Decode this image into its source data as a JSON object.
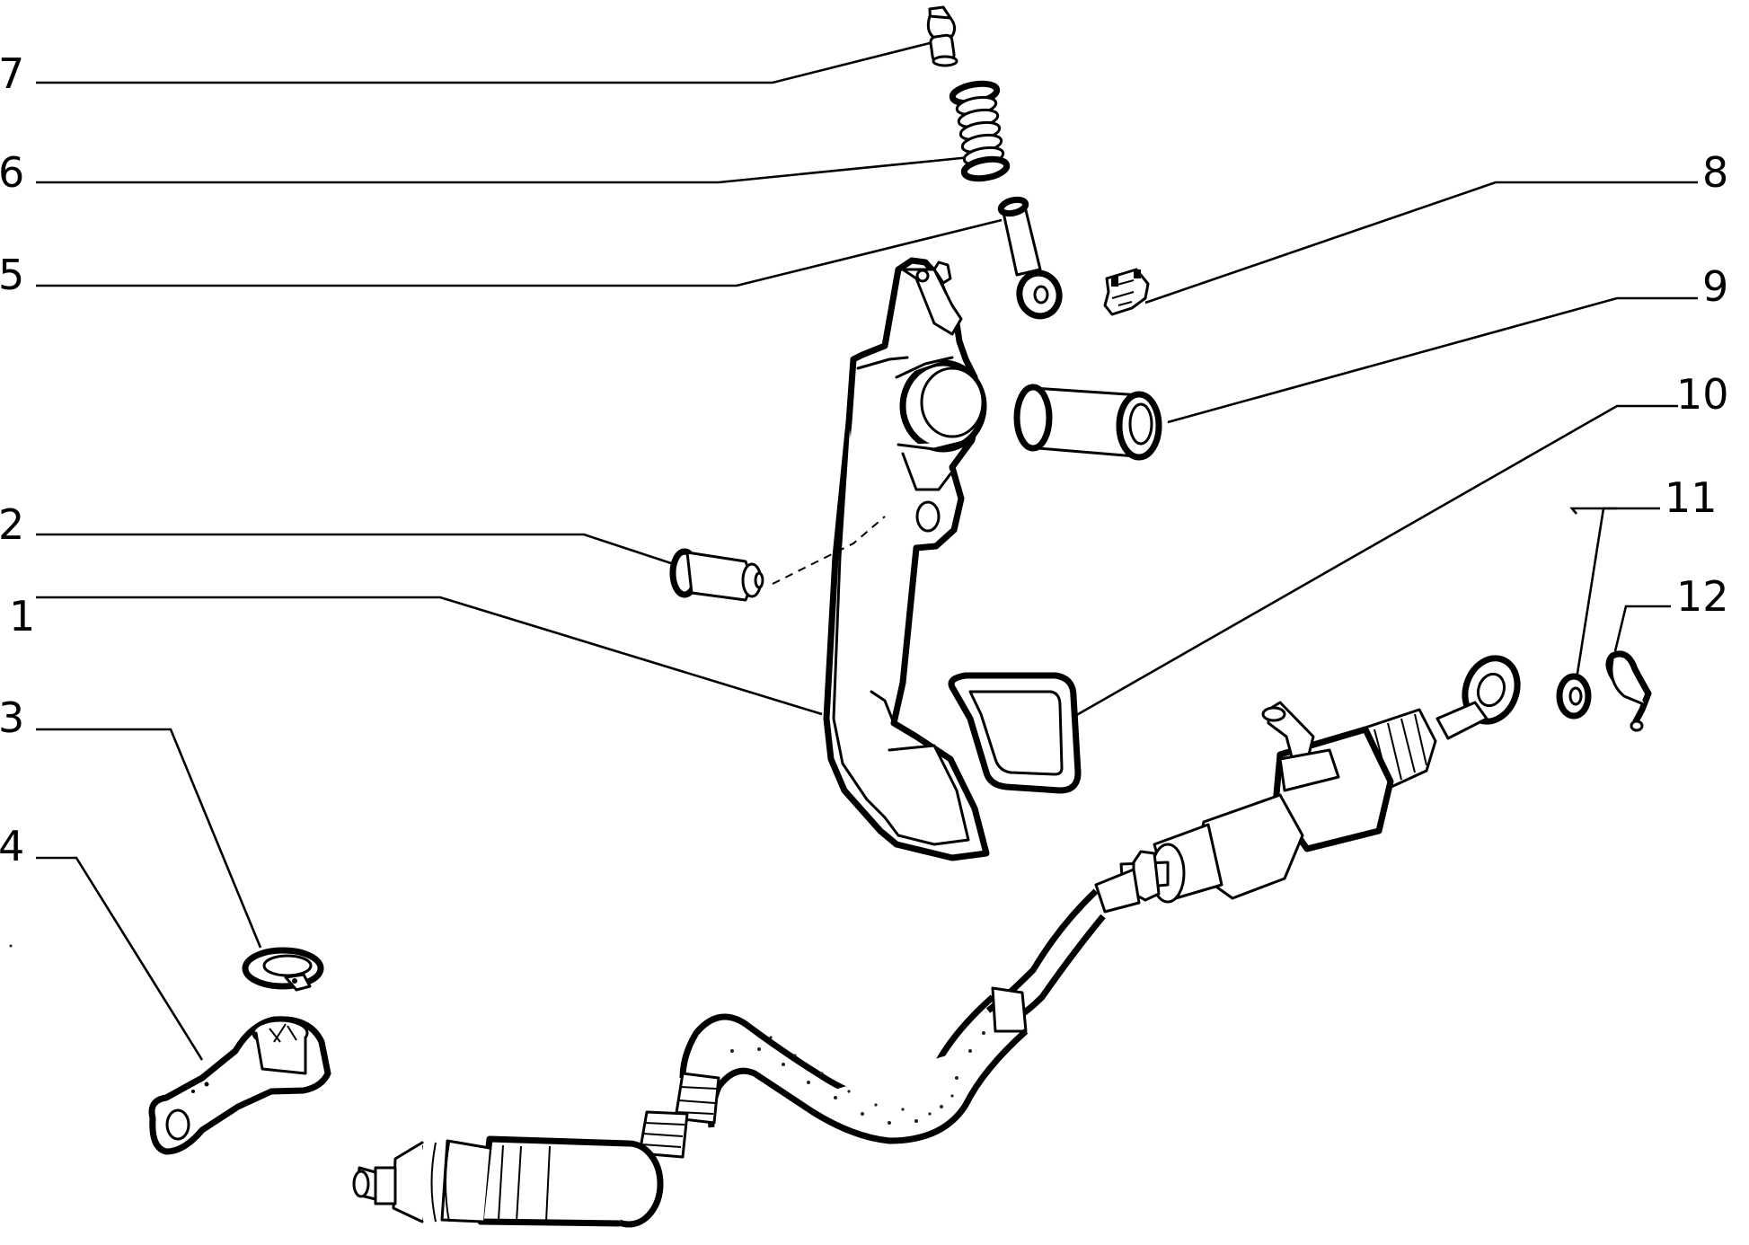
{
  "diagram": {
    "callouts": [
      {
        "id": "7",
        "label": "7"
      },
      {
        "id": "6",
        "label": "6"
      },
      {
        "id": "5",
        "label": "5"
      },
      {
        "id": "2",
        "label": "2"
      },
      {
        "id": "1",
        "label": "1"
      },
      {
        "id": "3",
        "label": "3"
      },
      {
        "id": "4",
        "label": "4"
      },
      {
        "id": "8",
        "label": "8"
      },
      {
        "id": "9",
        "label": "9"
      },
      {
        "id": "10",
        "label": "10"
      },
      {
        "id": "11",
        "label": "11"
      },
      {
        "id": "12",
        "label": "12"
      }
    ],
    "colors": {
      "line": "#000000",
      "background": "#ffffff"
    }
  }
}
